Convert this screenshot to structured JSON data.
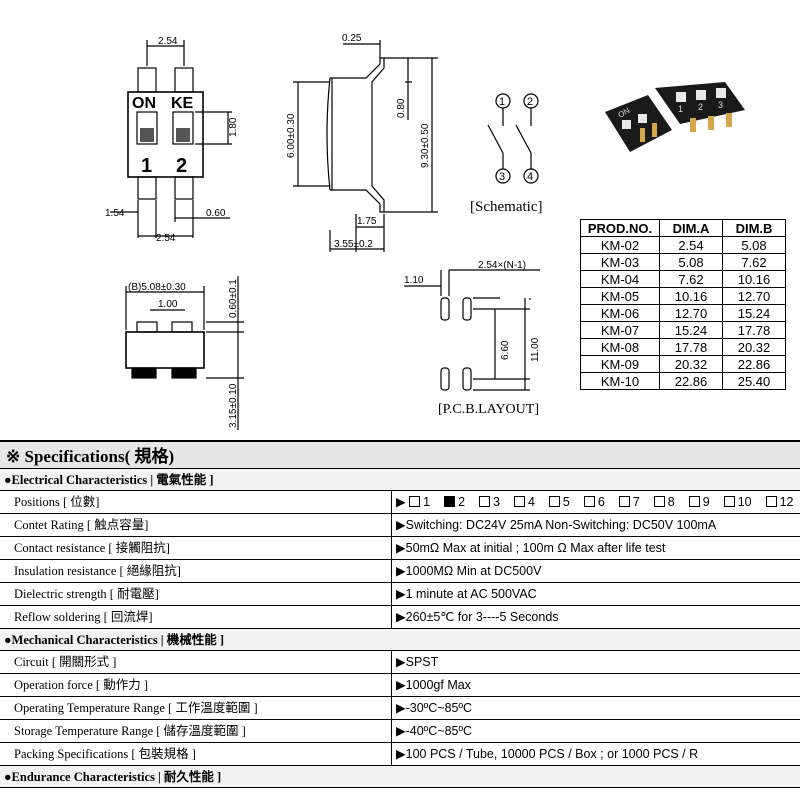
{
  "drawing": {
    "top_view": {
      "dim_pitch": "2.54",
      "label_on": "ON",
      "label_ke": "KE",
      "num_1": "1",
      "num_2": "2",
      "dim_180": "1.80",
      "dim_154": "1.54",
      "dim_060": "0.60",
      "dim_254_bottom": "2.54"
    },
    "side_view": {
      "dim_025": "0.25",
      "dim_080": "0.80",
      "dim_600": "6.00±0.30",
      "dim_930": "9.30±0.50",
      "dim_175": "1.75",
      "dim_355": "3.55±0.2"
    },
    "schematic": {
      "n1": "1",
      "n2": "2",
      "n3": "3",
      "n4": "4",
      "label": "[Schematic]"
    },
    "bottom_view": {
      "dim_b": "(B)5.08±0.30",
      "dim_100": "1.00",
      "dim_060": "0.60±0.1",
      "dim_315": "3.15±0.10"
    },
    "pcb": {
      "dim_110": "1.10",
      "dim_pitch": "2.54×(N-1)",
      "dim_660": "6.60",
      "dim_1100": "11.00",
      "label": "[P.C.B.LAYOUT]"
    },
    "photo_text": {
      "on": "ON",
      "k1": "1",
      "k2": "2",
      "k3": "3"
    }
  },
  "table": {
    "headers": [
      "PROD.NO.",
      "DIM.A",
      "DIM.B"
    ],
    "rows": [
      [
        "KM-02",
        "2.54",
        "5.08"
      ],
      [
        "KM-03",
        "5.08",
        "7.62"
      ],
      [
        "KM-04",
        "7.62",
        "10.16"
      ],
      [
        "KM-05",
        "10.16",
        "12.70"
      ],
      [
        "KM-06",
        "12.70",
        "15.24"
      ],
      [
        "KM-07",
        "15.24",
        "17.78"
      ],
      [
        "KM-08",
        "17.78",
        "20.32"
      ],
      [
        "KM-09",
        "20.32",
        "22.86"
      ],
      [
        "KM-10",
        "22.86",
        "25.40"
      ]
    ]
  },
  "spec": {
    "title": "※ Specifications( 規格)",
    "electrical": {
      "heading": "●Electrical Characteristics | 電氣性能 ]",
      "positions_label": "Positions [ 位數]",
      "positions_marker": "▶",
      "positions": [
        {
          "num": "1",
          "checked": false
        },
        {
          "num": "2",
          "checked": true
        },
        {
          "num": "3",
          "checked": false
        },
        {
          "num": "4",
          "checked": false
        },
        {
          "num": "5",
          "checked": false
        },
        {
          "num": "6",
          "checked": false
        },
        {
          "num": "7",
          "checked": false
        },
        {
          "num": "8",
          "checked": false
        },
        {
          "num": "9",
          "checked": false
        },
        {
          "num": "10",
          "checked": false
        },
        {
          "num": "12",
          "checked": false
        }
      ],
      "rows": [
        {
          "k": "Contet Rating [ 触点容量]",
          "v": "▶Switching: DC24V 25mA     Non-Switching: DC50V 100mA"
        },
        {
          "k": "Contact resistance [ 接觸阻抗]",
          "v": "▶50mΩ Max at initial ; 100m Ω Max after life test"
        },
        {
          "k": "Insulation resistance [ 絕緣阻抗]",
          "v": "▶1000MΩ Min at DC500V"
        },
        {
          "k": "Dielectric strength [ 耐電壓]",
          "v": "▶1 minute at AC 500VAC"
        },
        {
          "k": "Reflow soldering [ 回流焊]",
          "v": "▶260±5℃ for 3----5 Seconds"
        }
      ]
    },
    "mechanical": {
      "heading": "●Mechanical Characteristics | 機械性能 ]",
      "rows": [
        {
          "k": "Circuit [ 開關形式 ]",
          "v": "▶SPST"
        },
        {
          "k": "Operation force [ 動作力 ]",
          "v": "▶1000gf  Max"
        },
        {
          "k": "Operating Temperature Range [ 工作溫度範圍 ]",
          "v": "▶-30ºC~85ºC"
        },
        {
          "k": "Storage Temperature Range [ 儲存溫度範圍 ]",
          "v": "▶-40ºC~85ºC"
        },
        {
          "k": "Packing Specifications [ 包裝規格 ]",
          "v": "▶100 PCS / Tube, 10000 PCS / Box ;      or      1000 PCS / R"
        }
      ]
    },
    "endurance": {
      "heading": "●Endurance Characteristics | 耐久性能 ]"
    }
  }
}
